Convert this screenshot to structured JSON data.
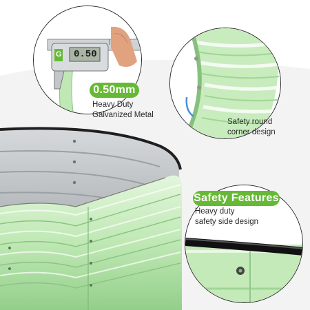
{
  "colors": {
    "accent_green": "#66b935",
    "bed_green": "#bfe8b4",
    "bed_green_dark": "#8fc98a",
    "inner_gray": "#b9bdbf",
    "background_arc": "#f1f1f1"
  },
  "callouts": {
    "thickness": {
      "badge": "0.50mm",
      "line1": "Heavy Duty",
      "line2": "Galvanized Metal",
      "caliper_reading": "0.50",
      "caliper_brand": "G"
    },
    "corner": {
      "line1": "Safety round",
      "line2": "corner design"
    },
    "side": {
      "badge": "Safety Features",
      "line1": "Heavy duty",
      "line2": "safety side design"
    }
  }
}
